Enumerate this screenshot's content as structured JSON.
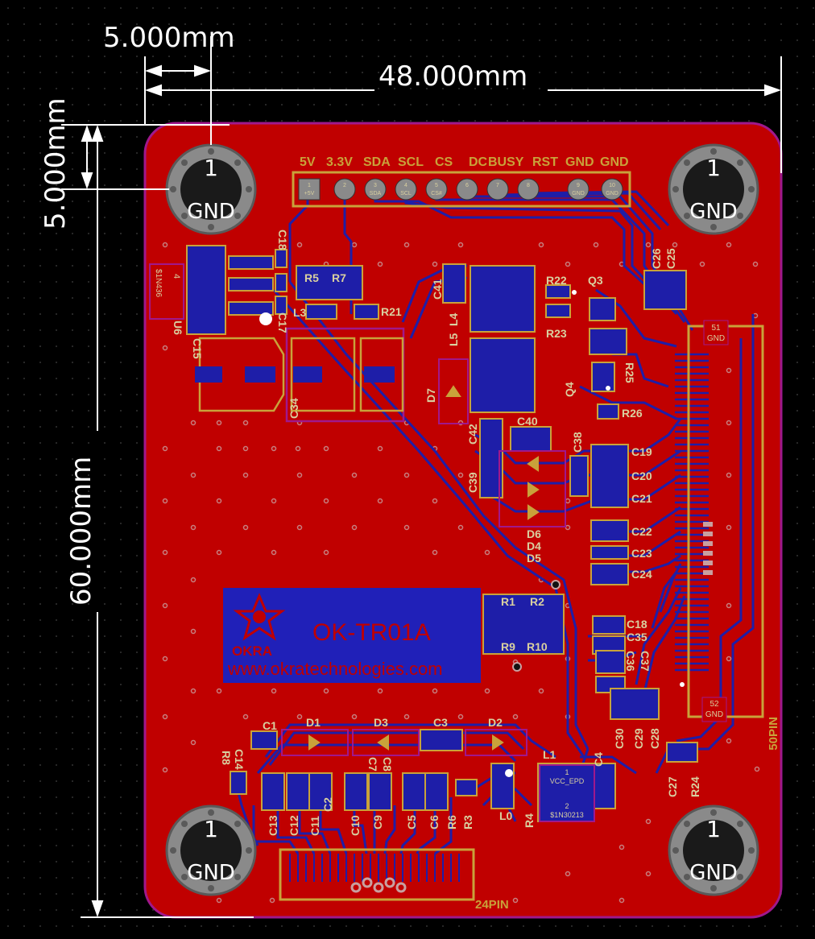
{
  "dimensions": {
    "hole_offset_x": "5.000mm",
    "board_width": "48.000mm",
    "hole_offset_y": "5.000mm",
    "board_height": "60.000mm"
  },
  "mount_holes": {
    "pad_number": "1",
    "net": "GND"
  },
  "header": {
    "labels": [
      "5V",
      "3.3V",
      "SDA",
      "SCL",
      "CS",
      "DC",
      "BUSY",
      "RST",
      "GND",
      "GND"
    ],
    "pin_numbers": [
      "1",
      "2",
      "3",
      "4",
      "5",
      "6",
      "7",
      "8",
      "9",
      "10"
    ],
    "pin_nets": [
      "+5V",
      "",
      "SDA",
      "SCL",
      "CS#",
      "",
      "",
      "",
      "GND",
      "GND"
    ]
  },
  "logo": {
    "brand": "OKRA",
    "part_number": "OK-TR01A",
    "website": "www.okratechnologies.com"
  },
  "connectors": {
    "fpc_50": "50PIN",
    "fpc_24": "24PIN",
    "pad_51": "51",
    "pad_52": "52",
    "pad_net": "GND"
  },
  "inductor_l1": {
    "pin1": "1",
    "pin1_net": "VCC_EPD",
    "pin2": "2",
    "pin2_net": "$1N30213"
  },
  "u6": {
    "pin": "4",
    "net": "$1N436"
  },
  "components": {
    "C18": "C18",
    "C15": "C15",
    "C17": "C17",
    "C34": "C34",
    "U6": "U6",
    "R5": "R5",
    "R7": "R7",
    "L3": "L3",
    "R21": "R21",
    "C41": "C41",
    "L5": "L5",
    "L4": "L4",
    "D7": "D7",
    "R22": "R22",
    "Q3": "Q3",
    "R23": "R23",
    "Q4": "Q4",
    "R25": "R25",
    "R26": "R26",
    "C26": "C26",
    "C25": "C25",
    "C40": "C40",
    "C42": "C42",
    "C39": "C39",
    "C38": "C38",
    "C19": "C19",
    "C20": "C20",
    "C21": "C21",
    "C22": "C22",
    "C23": "C23",
    "C24": "C24",
    "D6": "D6",
    "D4": "D4",
    "D5": "D5",
    "R1": "R1",
    "R2": "R2",
    "R9": "R9",
    "R10": "R10",
    "C35h": "C18",
    "C35": "C35",
    "C36": "C36",
    "C37": "C37",
    "C30": "C30",
    "C29": "C29",
    "C28": "C28",
    "C27": "C27",
    "R24": "R24",
    "C1": "C1",
    "D1": "D1",
    "D3": "D3",
    "C3": "C3",
    "D2": "D2",
    "C14": "C14",
    "R8": "R8",
    "C2": "C2",
    "C7": "C7",
    "C8": "C8",
    "C13": "C13",
    "C12": "C12",
    "C11": "C11",
    "C10": "C10",
    "C9": "C9",
    "C5": "C5",
    "C6": "C6",
    "R6": "R6",
    "R3": "R3",
    "L1": "L1",
    "C4": "C4",
    "L0": "L0",
    "R4": "R4"
  },
  "colors": {
    "background": "#000000",
    "board": "#c00000",
    "outline": "#a0188c",
    "silkscreen": "#d9d0a0",
    "copper_bottom": "#1e1ea8",
    "gold": "#c9a23a",
    "dimension": "#ffffff"
  }
}
